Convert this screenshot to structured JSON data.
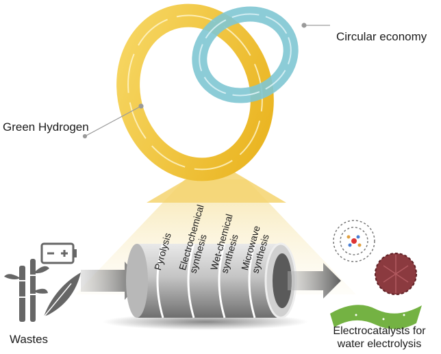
{
  "labels": {
    "green_hydrogen": "Green Hydrogen",
    "circular_economy": "Circular economy",
    "wastes": "Wastes",
    "electrocatalysts_line1": "Electrocatalysts for",
    "electrocatalysts_line2": "water electrolysis"
  },
  "methods": [
    {
      "line1": "Pyrolysis",
      "line2": ""
    },
    {
      "line1": "Electrochemical",
      "line2": "synthesis"
    },
    {
      "line1": "Wet-chemical",
      "line2": "synthesis"
    },
    {
      "line1": "Microwave",
      "line2": "synthesis"
    }
  ],
  "colors": {
    "gold_ring": "#f2c533",
    "blue_ring": "#7fc7d3",
    "pipe": "#9a9a9a",
    "arrow": "#6e6e6e",
    "waste_icon": "#666666",
    "sheet": "#74b243",
    "flower": "#8b3a3f"
  },
  "icons": [
    "battery-icon",
    "bamboo-icon",
    "feather-icon",
    "graphene-molecule-icon",
    "nanoflower-icon",
    "green-sheet-icon"
  ]
}
